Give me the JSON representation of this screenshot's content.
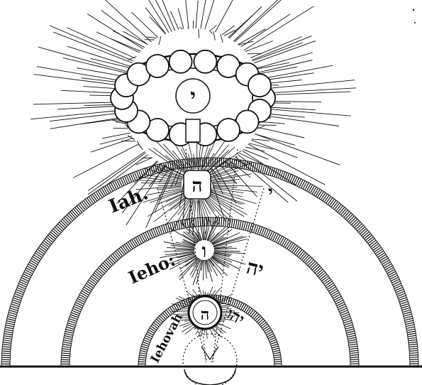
{
  "labels": {
    "iah": "Iah.",
    "iah_hebrew": "י",
    "ieho": "Ieho:",
    "ieho_hebrew": "יה",
    "iehovah": "Iehovah",
    "iehovah_hebrew": "יהו"
  },
  "glyphs": {
    "cloud_center": "י",
    "upper_node": "ה",
    "middle_star": "ו",
    "lower_node": "ה"
  },
  "colors": {
    "ink": "#111111",
    "paper": "#ffffff"
  }
}
